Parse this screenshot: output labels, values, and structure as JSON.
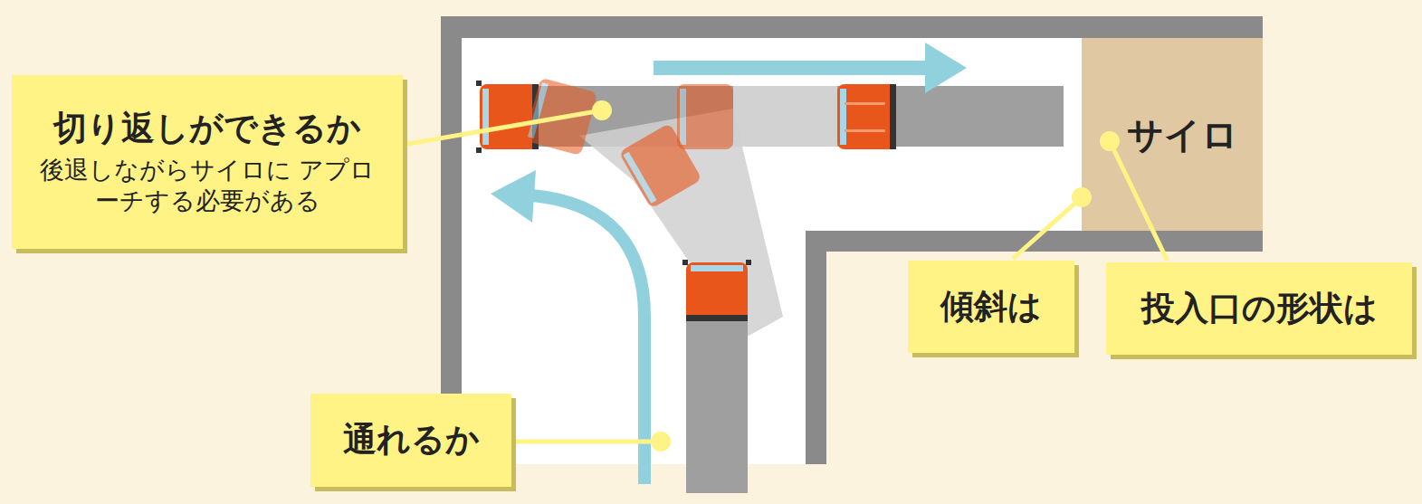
{
  "diagram": {
    "nodes": [
      {
        "text": [
          "切り返しができるか",
          "後退しながらサイロに アプローチする必要がある"
        ]
      },
      {
        "text": [
          "サイロ"
        ]
      },
      {
        "text": [
          "傾斜は"
        ]
      },
      {
        "text": [
          "投入口の形状は"
        ]
      },
      {
        "text": [
          "通れるか"
        ]
      }
    ],
    "edges": [
      {
        "from": 2,
        "to": 1,
        "arrow": "none"
      },
      {
        "from": 3,
        "to": 1,
        "arrow": "none"
      }
    ]
  }
}
